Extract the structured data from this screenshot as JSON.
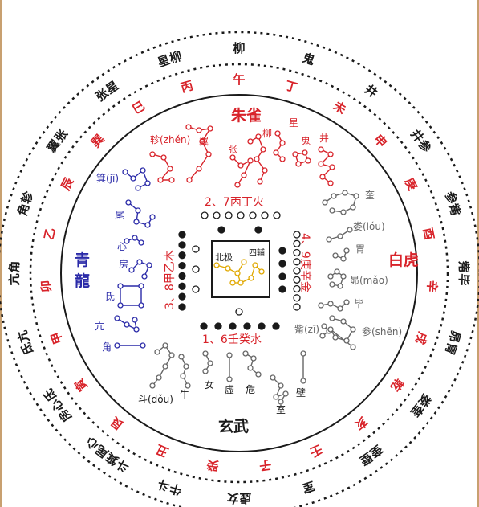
{
  "colors": {
    "red": "#d8232a",
    "blue": "#2a2aa8",
    "black": "#1a1a1a",
    "gold": "#e0a800",
    "gray": "#666666"
  },
  "outer_ring": [
    "柳",
    "鬼",
    "井",
    "井参",
    "参觜",
    "觜毕",
    "昴胃",
    "娄奎",
    "奎壁",
    "室",
    "虚女",
    "牛斗",
    "斗箕尾心",
    "房心氐",
    "氐亢",
    "亢角",
    "角轸",
    "翼张",
    "张星",
    "星柳"
  ],
  "middle_ring": [
    "午",
    "丁",
    "未",
    "申",
    "庚",
    "酉",
    "辛",
    "戌",
    "乾",
    "亥",
    "壬",
    "子",
    "癸",
    "丑",
    "艮",
    "寅",
    "甲",
    "卯",
    "乙",
    "辰",
    "巽",
    "巳",
    "丙"
  ],
  "quadrants": {
    "south": "朱雀",
    "west": "白虎",
    "north": "玄武",
    "east_1": "青",
    "east_2": "龍"
  },
  "center": {
    "bj": "北极",
    "sf": "四辅"
  },
  "elements": {
    "fire": "2、7丙丁火",
    "water": "1、6壬癸水",
    "wood": "3、8甲乙木",
    "metal": "4、9庚辛金"
  },
  "south_stars": [
    "翼",
    "轸(zhěn)",
    "张",
    "柳",
    "星",
    "鬼",
    "井"
  ],
  "west_stars": [
    "奎",
    "娄(lóu)",
    "胃",
    "昴(mǎo)",
    "毕",
    "觜(zī)",
    "参(shēn)"
  ],
  "north_stars": [
    "斗(dǒu)",
    "牛",
    "女",
    "虚",
    "危",
    "室",
    "壁"
  ],
  "east_stars": [
    "箕(jī)",
    "尾",
    "心",
    "房",
    "氐",
    "亢",
    "角"
  ]
}
